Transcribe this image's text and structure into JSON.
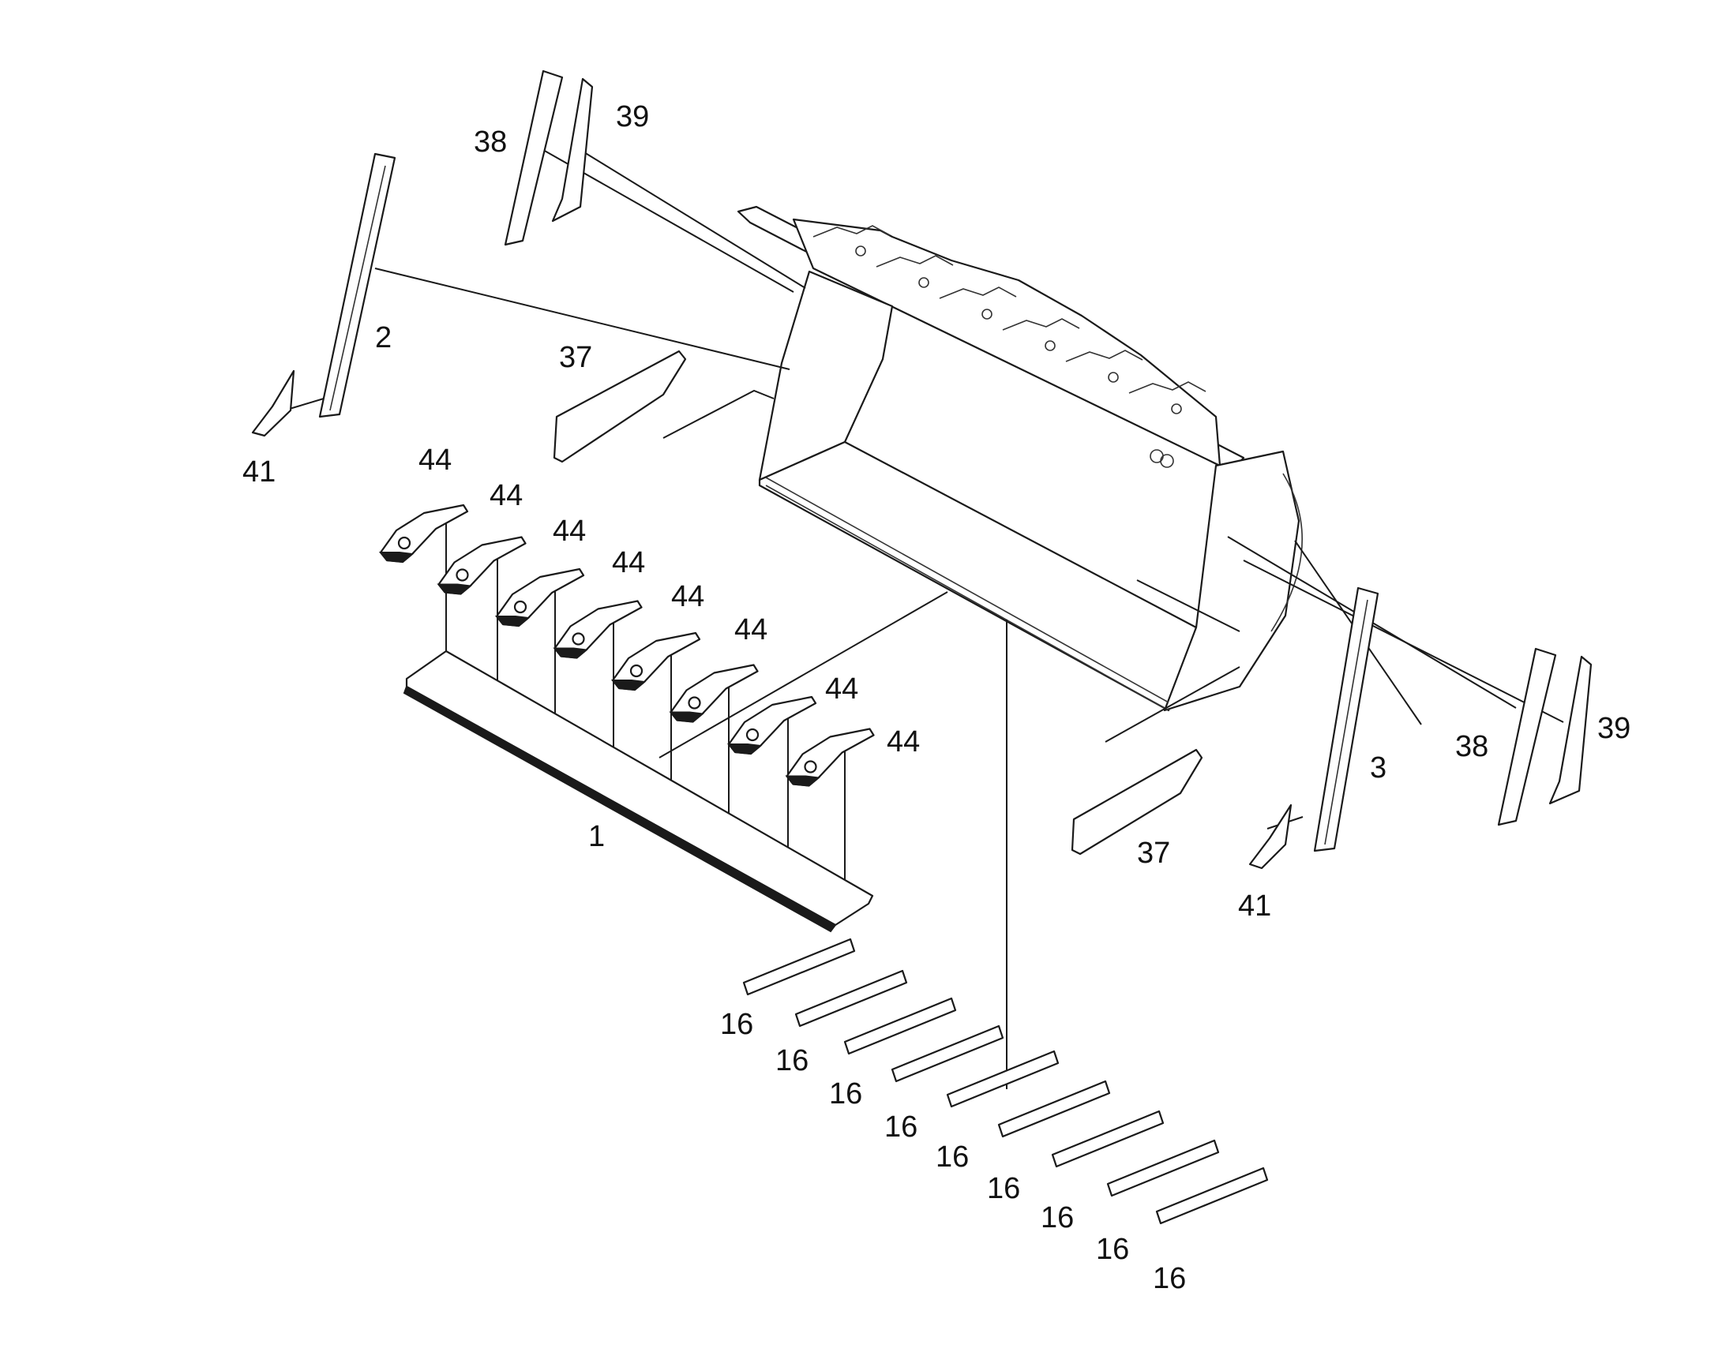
{
  "diagram": {
    "part_labels": {
      "cutting_edge": "1",
      "left_side_cutter": "2",
      "right_side_cutter": "3",
      "wear_strip": "16",
      "side_wear_plate": "37",
      "outer_wear_strip": "38",
      "inner_wear_strip": "39",
      "side_tooth": "41",
      "tooth_adapter": "44"
    },
    "counts": {
      "tooth_adapter": 8,
      "wear_strip": 9
    }
  }
}
